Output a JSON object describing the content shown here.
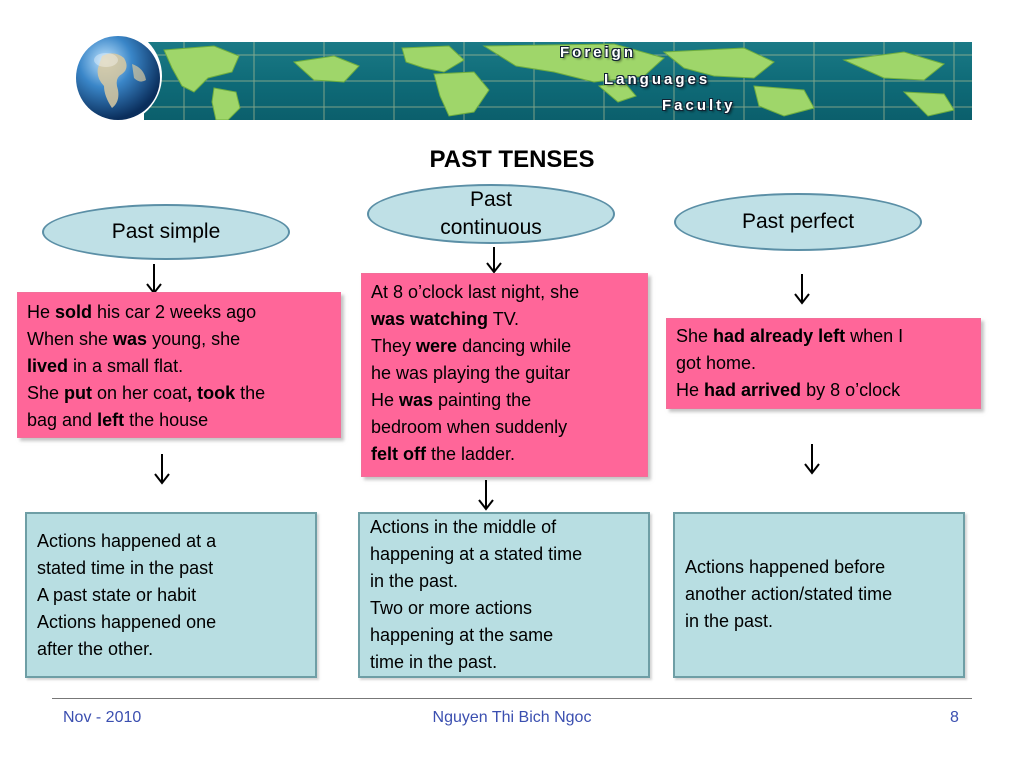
{
  "banner": {
    "line1": "Foreign",
    "line2": "Languages",
    "line3": "Faculty",
    "colors": {
      "strip": "#0e6a77",
      "land": "#9fd66a",
      "grid": "#e8e0a0"
    }
  },
  "title": "PAST TENSES",
  "columns": [
    {
      "heading": "Past simple",
      "example_lines": [
        [
          {
            "t": "He "
          },
          {
            "t": "sold",
            "b": true
          },
          {
            "t": " his car 2 weeks ago"
          }
        ],
        [
          {
            "t": "When she "
          },
          {
            "t": "was",
            "b": true
          },
          {
            "t": " young, she"
          }
        ],
        [
          {
            "t": "lived",
            "b": true
          },
          {
            "t": " in a small flat."
          }
        ],
        [
          {
            "t": "She "
          },
          {
            "t": "put",
            "b": true
          },
          {
            "t": " on her coat"
          },
          {
            "t": ", took",
            "b": true
          },
          {
            "t": " the"
          }
        ],
        [
          {
            "t": "bag and "
          },
          {
            "t": "left",
            "b": true
          },
          {
            "t": " the house"
          }
        ]
      ],
      "usage_lines": [
        "Actions happened at a",
        "stated time in the past",
        "A past state or habit",
        "Actions happened one",
        "after the other."
      ]
    },
    {
      "heading_line1": "Past",
      "heading_line2": "continuous",
      "example_lines": [
        [
          {
            "t": "At 8 o’clock last night, she"
          }
        ],
        [
          {
            "t": "was watching",
            "b": true
          },
          {
            "t": " TV."
          }
        ],
        [
          {
            "t": "They "
          },
          {
            "t": "were",
            "b": true
          },
          {
            "t": " dancing while"
          }
        ],
        [
          {
            "t": "he was playing the guitar"
          }
        ],
        [
          {
            "t": "He "
          },
          {
            "t": "was",
            "b": true
          },
          {
            "t": " painting the"
          }
        ],
        [
          {
            "t": "bedroom when suddenly"
          }
        ],
        [
          {
            "t": "felt off",
            "b": true
          },
          {
            "t": " the ladder."
          }
        ]
      ],
      "usage_lines": [
        "Actions in the middle of",
        "happening at a stated time",
        "in the past.",
        "Two or more actions",
        "happening at the same",
        "time in the past."
      ]
    },
    {
      "heading": "Past perfect",
      "example_lines": [
        [
          {
            "t": "She "
          },
          {
            "t": "had already left",
            "b": true
          },
          {
            "t": " when I"
          }
        ],
        [
          {
            "t": "got home."
          }
        ],
        [
          {
            "t": "He "
          },
          {
            "t": "had arrived",
            "b": true
          },
          {
            "t": " by 8 o’clock"
          }
        ]
      ],
      "usage_lines": [
        "Actions happened before",
        "another action/stated time",
        "in the past."
      ]
    }
  ],
  "footer": {
    "date": "Nov - 2010",
    "author": "Nguyen Thi Bich Ngoc",
    "page": "8"
  }
}
